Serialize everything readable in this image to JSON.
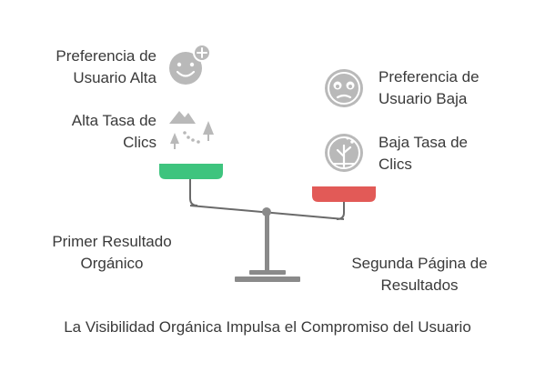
{
  "left": {
    "pref_label": "Preferencia de\nUsuario Alta",
    "rate_label": "Alta Tasa de\nClics",
    "result_label": "Primer Resultado\nOrgánico",
    "pan_color": "#3ec47e",
    "pref_icon": "smiley-plus-icon",
    "rate_icon": "mountain-trail-icon"
  },
  "right": {
    "pref_label": "Preferencia de\nUsuario Baja",
    "rate_label": "Baja Tasa de\nClics",
    "result_label": "Segunda Página de\nResultados",
    "pan_color": "#e25a57",
    "pref_icon": "disappointed-face-icon",
    "rate_icon": "desert-plant-icon"
  },
  "caption": "La Visibilidad Orgánica Impulsa el Compromiso del Usuario",
  "colors": {
    "scale": "#8a8a8a",
    "icon_bg": "#b9b9b9",
    "text": "#3a3a3a"
  }
}
